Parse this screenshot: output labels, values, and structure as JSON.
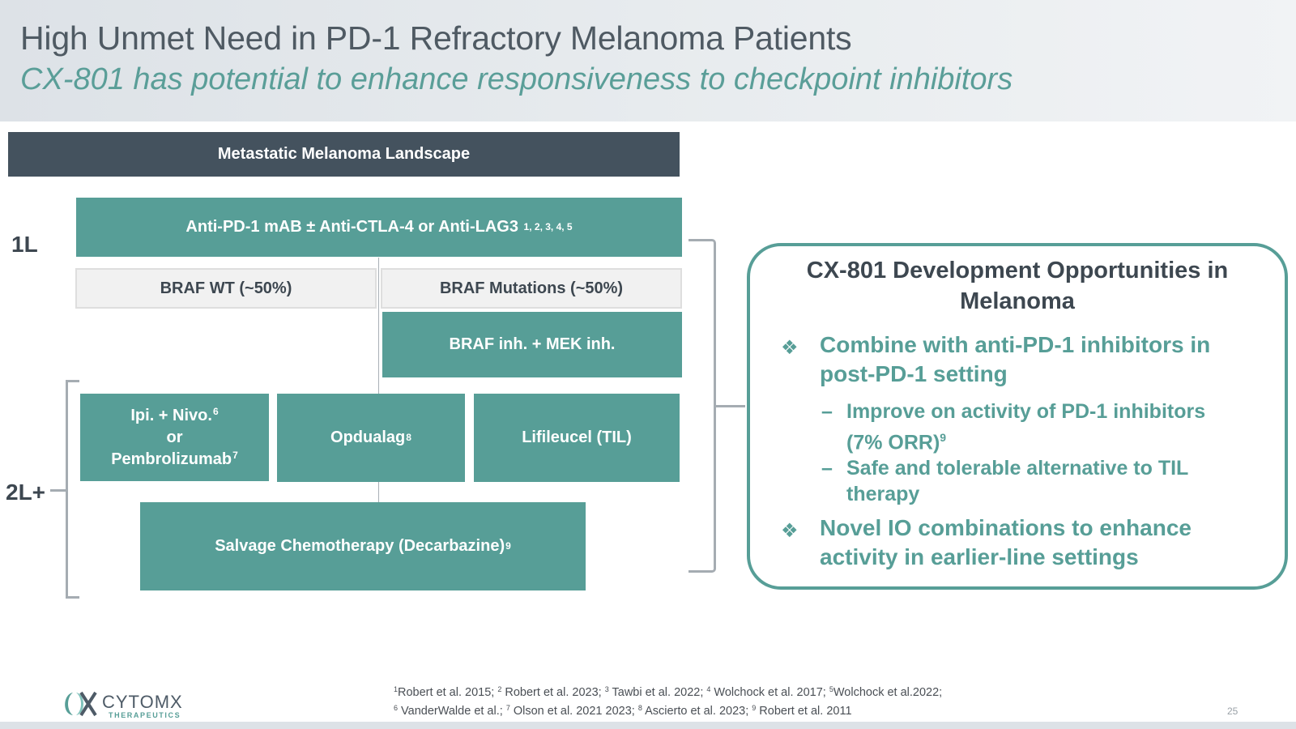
{
  "header": {
    "title": "High Unmet Need in PD-1 Refractory Melanoma Patients",
    "subtitle": "CX-801 has potential to enhance responsiveness to checkpoint inhibitors"
  },
  "landscape": {
    "heading": "Metastatic Melanoma Landscape",
    "line_1L": "1L",
    "line_2L": "2L+",
    "first_line": {
      "text": "Anti-PD-1 mAB ± Anti-CTLA-4 or Anti-LAG3",
      "sup": "1, 2, 3, 4, 5"
    },
    "braf_wt": "BRAF WT (~50%)",
    "braf_mut": "BRAF Mutations (~50%)",
    "braf_inh": "BRAF inh. + MEK inh.",
    "ipi": {
      "line1": "Ipi. + Nivo.",
      "sup1": "6",
      "line2": "or",
      "line3": "Pembrolizumab",
      "sup3": "7"
    },
    "opdualag": {
      "text": "Opdualag",
      "sup": "8"
    },
    "lifileucel": "Lifileucel (TIL)",
    "salvage": {
      "text": "Salvage Chemotherapy (Decarbazine)",
      "sup": "9"
    }
  },
  "panel": {
    "title": "CX-801 Development Opportunities in Melanoma",
    "bullet_glyph": "❖",
    "dash_glyph": "–",
    "bullets": [
      {
        "text": "Combine with anti-PD-1 inhibitors in post-PD-1 setting"
      },
      {
        "text": "Novel IO combinations to enhance activity in earlier-line settings"
      }
    ],
    "sub_bullets": [
      {
        "text": "Improve on activity of PD-1 inhibitors (7% ORR)",
        "sup": "9"
      },
      {
        "text": "Safe and tolerable alternative to TIL therapy"
      }
    ]
  },
  "references": {
    "line1": [
      {
        "sup": "1",
        "text": "Robert et al. 2015; "
      },
      {
        "sup": "2",
        "text": " Robert et al. 2023; "
      },
      {
        "sup": "3",
        "text": " Tawbi et al. 2022; "
      },
      {
        "sup": "4",
        "text": " Wolchock et al. 2017; "
      },
      {
        "sup": "5",
        "text": "Wolchock et al.2022;"
      }
    ],
    "line2": [
      {
        "sup": "6",
        "text": " VanderWalde et al.; "
      },
      {
        "sup": "7",
        "text": " Olson et al. 2021 2023; "
      },
      {
        "sup": "8",
        "text": " Ascierto et al. 2023; "
      },
      {
        "sup": "9",
        "text": " Robert et al. 2011"
      }
    ]
  },
  "logo": {
    "word": "CYTOMX",
    "sub": "THERAPEUTICS"
  },
  "page_number": "25",
  "colors": {
    "teal": "#579e97",
    "dark_slate": "#44525e",
    "title_gray": "#4f5a63"
  }
}
